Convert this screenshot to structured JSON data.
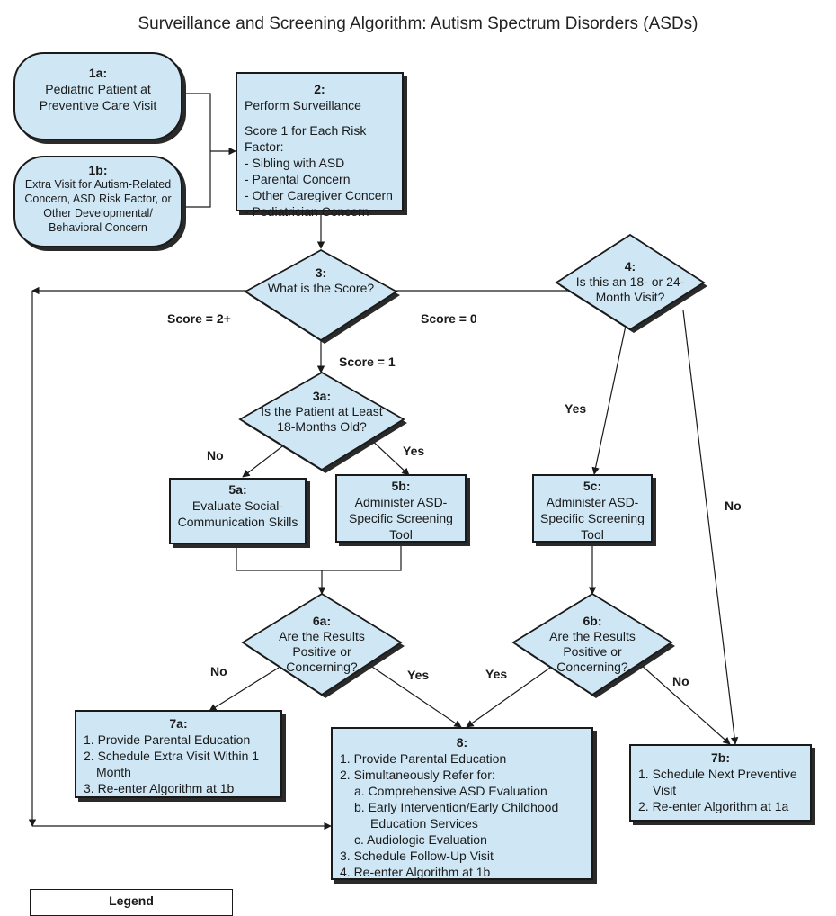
{
  "title": "Surveillance and Screening Algorithm: Autism Spectrum Disorders (ASDs)",
  "nodes": {
    "n1a": {
      "num": "1a:",
      "text": "Pediatric Patient at Preventive Care Visit"
    },
    "n1b": {
      "num": "1b:",
      "text": "Extra Visit for Autism-Related Concern, ASD Risk Factor, or Other Developmental/ Behavioral Concern"
    },
    "n2": {
      "num": "2:",
      "heading": "Perform Surveillance",
      "subheading": "Score 1 for Each Risk Factor:",
      "items": [
        "- Sibling with ASD",
        "- Parental Concern",
        "- Other Caregiver Concern",
        "- Pediatrician Concern"
      ]
    },
    "n3": {
      "num": "3:",
      "text": "What is the Score?"
    },
    "n3a": {
      "num": "3a:",
      "text": "Is the Patient at Least 18-Months Old?"
    },
    "n4": {
      "num": "4:",
      "text": "Is this an 18- or 24-Month Visit?"
    },
    "n5a": {
      "num": "5a:",
      "text": "Evaluate Social-Communication Skills"
    },
    "n5b": {
      "num": "5b:",
      "text": "Administer ASD-Specific Screening Tool"
    },
    "n5c": {
      "num": "5c:",
      "text": "Administer ASD-Specific Screening Tool"
    },
    "n6a": {
      "num": "6a:",
      "text": "Are the Results Positive or Concerning?"
    },
    "n6b": {
      "num": "6b:",
      "text": "Are the Results Positive or Concerning?"
    },
    "n7a": {
      "num": "7a:",
      "items": [
        "1. Provide Parental Education",
        "2. Schedule Extra Visit Within 1 Month",
        "3. Re-enter Algorithm at 1b"
      ]
    },
    "n7b": {
      "num": "7b:",
      "items": [
        "1. Schedule Next Preventive Visit",
        "2. Re-enter Algorithm at 1a"
      ]
    },
    "n8": {
      "num": "8:",
      "items": [
        "1. Provide Parental Education",
        "2. Simultaneously Refer for:",
        "a. Comprehensive ASD Evaluation",
        "b. Early Intervention/Early Childhood Education Services",
        "c. Audiologic Evaluation",
        "3. Schedule Follow-Up Visit",
        "4. Re-enter Algorithm at 1b"
      ]
    }
  },
  "edge_labels": {
    "score2": "Score = 2+",
    "score0": "Score = 0",
    "score1": "Score = 1",
    "no_3a": "No",
    "yes_3a": "Yes",
    "yes_4": "Yes",
    "no_4": "No",
    "no_6a": "No",
    "yes_6a": "Yes",
    "yes_6b": "Yes",
    "no_6b": "No"
  },
  "legend": {
    "title": "Legend"
  }
}
